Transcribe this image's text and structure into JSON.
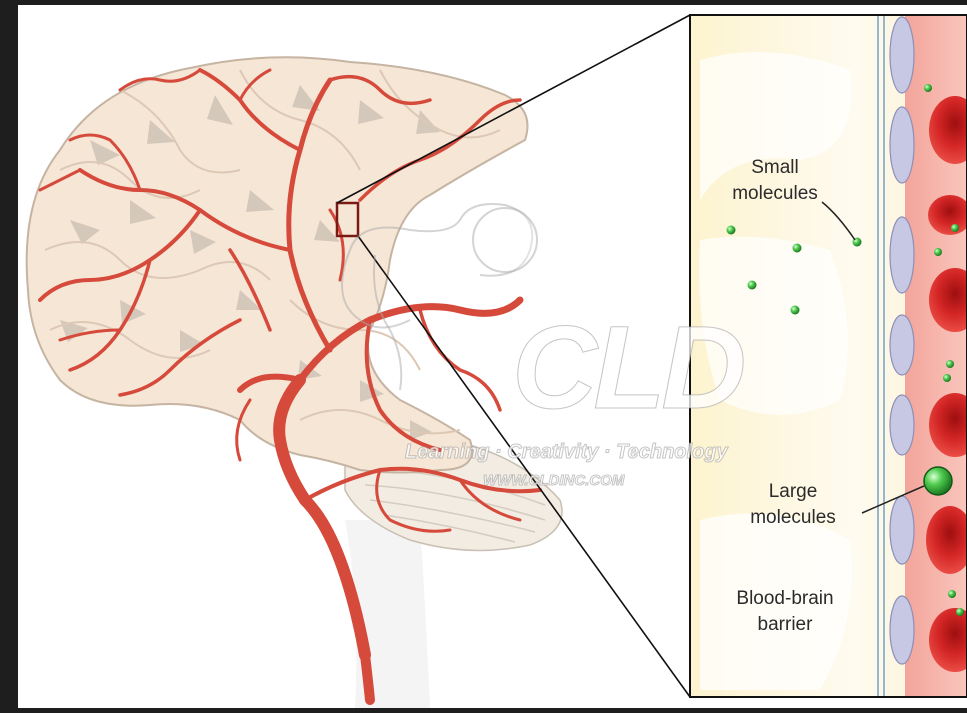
{
  "labels": {
    "small_molecules": [
      "Small",
      "molecules"
    ],
    "large_molecules": [
      "Large",
      "molecules"
    ],
    "barrier": [
      "Blood-brain",
      "barrier"
    ]
  },
  "watermark": {
    "logo": "CLD",
    "tagline": "Learning · Creativity · Technology",
    "url": "WWW.CLDINC.COM"
  },
  "colors": {
    "background": "#1e1e1e",
    "brain": "#f6e6d6",
    "artery": "#d64a3c",
    "blood_vessel": "#f7b7ac",
    "red_blood_cell": "#d42626",
    "endothelial_cell": "#c6c8e4",
    "molecule": "#49c44a",
    "brain_tissue": "#fdf6dc"
  },
  "icons": [
    "small-molecule-icon",
    "large-molecule-icon",
    "red-blood-cell-icon",
    "endothelial-cell-icon"
  ]
}
